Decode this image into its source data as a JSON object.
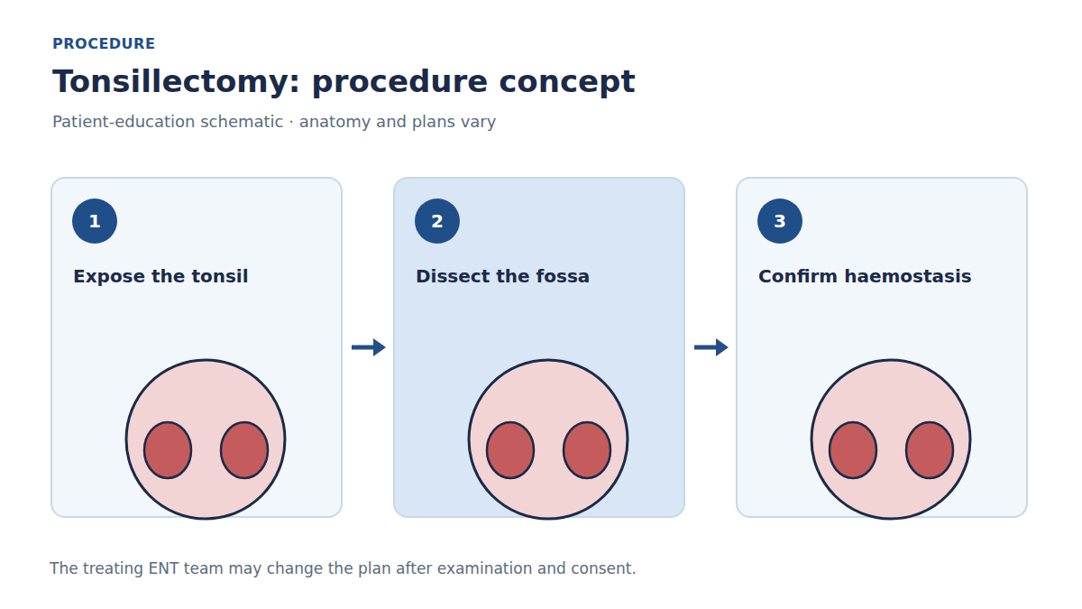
{
  "diagram": {
    "title": "Tonsillectomy: procedure concept",
    "caption": "The treating ENT team may change the plan after examination and consent.",
    "nodes": [
      {
        "text": [
          "Expose the tonsil"
        ]
      },
      {
        "text": [
          "1"
        ],
        "in": 0
      },
      {
        "text": [
          "Dissect the fossa"
        ]
      },
      {
        "text": [
          "2"
        ],
        "in": 2
      },
      {
        "text": [
          "Confirm haemostasis"
        ]
      },
      {
        "text": [
          "3"
        ],
        "in": 4
      }
    ],
    "edges": [
      {
        "from": 0,
        "to": 2,
        "arrow": "to"
      },
      {
        "from": 2,
        "to": 4,
        "arrow": "to"
      }
    ],
    "labels": [
      "PROCEDURE",
      "Patient-education schematic · anatomy and plans vary"
    ]
  }
}
